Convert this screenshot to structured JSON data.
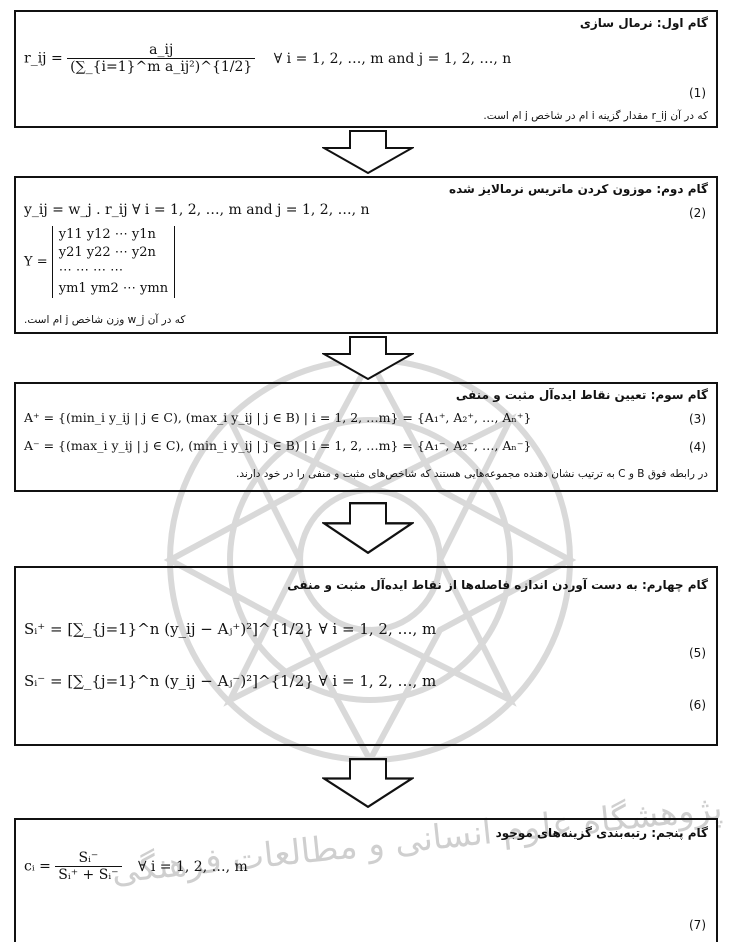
{
  "steps": [
    {
      "title": "گام اول: نرمال سازی",
      "formula": {
        "lhs": "r_ij =",
        "numerator": "a_ij",
        "denominator": "(∑_{i=1}^m a_ij²)^{1/2}",
        "condition": "∀ i = 1, 2, …, m and j = 1, 2, …, n"
      },
      "number": "(1)",
      "note": "که در آن r_ij مقدار گزینه i ام در شاخص j ام است."
    },
    {
      "title": "گام دوم: موزون کردن ماتریس نرمالایز شده",
      "formula": {
        "line": "y_ij = w_j . r_ij   ∀ i = 1, 2, …, m and j = 1, 2, …, n",
        "matrix_label": "Y =",
        "matrix_rows": [
          "y11  y12  ⋯  y1n",
          "y21  y22  ⋯  y2n",
          "⋯   ⋯   ⋯   ⋯",
          "ym1  ym2  ⋯  ymn"
        ]
      },
      "number": "(2)",
      "note": "که در آن w_j وزن شاخص j ام است."
    },
    {
      "title": "گام سوم: تعیین نقاط ایده‌آل مثبت و منفی",
      "formulas": [
        {
          "text": "A⁺ = {(min_i y_ij | j ∈ C), (max_i y_ij | j ∈ B) | i = 1, 2, …m} = {A₁⁺, A₂⁺, …, Aₙ⁺}",
          "number": "(3)"
        },
        {
          "text": "A⁻ = {(max_i y_ij | j ∈ C), (min_i y_ij | j ∈ B) | i = 1, 2, …m} = {A₁⁻, A₂⁻, …, Aₙ⁻}",
          "number": "(4)"
        }
      ],
      "note": "در رابطه فوق B و C به ترتیب نشان دهنده مجموعه‌هایی هستند که شاخص‌های مثبت و منفی را در خود دارند."
    },
    {
      "title": "گام چهارم: به دست آوردن اندازه فاصله‌ها از نقاط ایده‌آل مثبت و منفی",
      "formulas": [
        {
          "text": "Sᵢ⁺ = [∑_{j=1}^n (y_ij − Aⱼ⁺)²]^{1/2}   ∀ i = 1, 2, …, m",
          "number": "(5)"
        },
        {
          "text": "Sᵢ⁻ = [∑_{j=1}^n (y_ij − Aⱼ⁻)²]^{1/2}   ∀ i = 1, 2, …, m",
          "number": "(6)"
        }
      ]
    },
    {
      "title": "گام پنجم: رتبه‌بندی گزینه‌های موجود",
      "formula": {
        "lhs": "cᵢ =",
        "numerator": "Sᵢ⁻",
        "denominator": "Sᵢ⁺ + Sᵢ⁻",
        "condition": "∀ i = 1, 2, …, m"
      },
      "number": "(7)"
    }
  ],
  "watermark_text": "پژوهشگاه علوم انسانی و مطالعات فرهنگی"
}
